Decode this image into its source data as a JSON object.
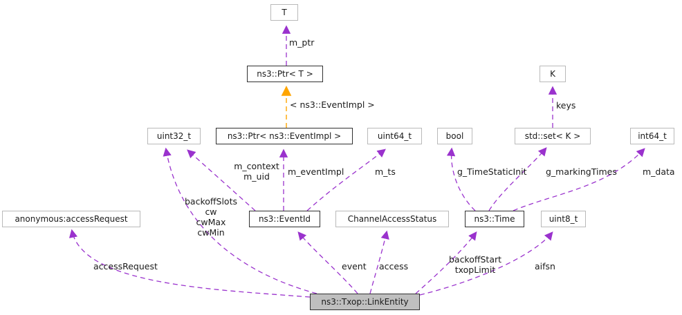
{
  "diagram": {
    "type": "collaboration-graph",
    "focus_class": "ns3::Txop::LinkEntity",
    "colors": {
      "edge_usage": "#9a32cd",
      "edge_template_instantiation": "#ffa500",
      "node_fill": "#ffffff",
      "node_border_plain": "#b9b9b9",
      "node_border_linked": "#2f2f2f",
      "focus_node_fill": "#bfbfbf"
    },
    "nodes": {
      "t": {
        "label": "T"
      },
      "ptr_t": {
        "label": "ns3::Ptr< T >"
      },
      "k": {
        "label": "K"
      },
      "uint32": {
        "label": "uint32_t"
      },
      "ptr_eventimpl": {
        "label": "ns3::Ptr< ns3::EventImpl >"
      },
      "uint64": {
        "label": "uint64_t"
      },
      "bool": {
        "label": "bool"
      },
      "stdset_k": {
        "label": "std::set< K >"
      },
      "int64": {
        "label": "int64_t"
      },
      "anon_access": {
        "label": "anonymous:accessRequest"
      },
      "eventid": {
        "label": "ns3::EventId"
      },
      "channel": {
        "label": "ChannelAccessStatus"
      },
      "time": {
        "label": "ns3::Time"
      },
      "uint8": {
        "label": "uint8_t"
      },
      "linkentity": {
        "label": "ns3::Txop::LinkEntity"
      }
    },
    "edge_labels": {
      "m_ptr": "m_ptr",
      "template_inst": "< ns3::EventImpl >",
      "keys": "keys",
      "m_context_uid": [
        "m_context",
        "m_uid"
      ],
      "m_eventImpl": "m_eventImpl",
      "m_ts": "m_ts",
      "g_TimeStaticInit": "g_TimeStaticInit",
      "g_markingTimes": "g_markingTimes",
      "m_data": "m_data",
      "backoff_group": [
        "backoffSlots",
        "cw",
        "cwMax",
        "cwMin"
      ],
      "accessRequest": "accessRequest",
      "event": "event",
      "access": "access",
      "backoff_start_group": [
        "backoffStart",
        "txopLimit"
      ],
      "aifsn": "aifsn"
    }
  }
}
